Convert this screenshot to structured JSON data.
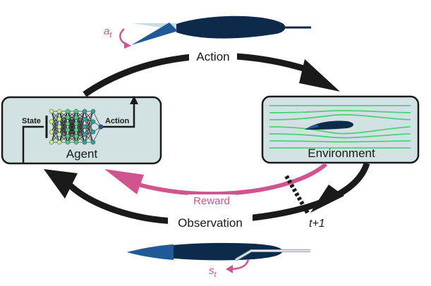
{
  "labels": {
    "action_top": "Action",
    "observation": "Observation",
    "reward": "Reward",
    "time_step": "t+1",
    "agent": "Agent",
    "environment": "Environment",
    "state_in": "State",
    "action_out": "Action",
    "action_symbol_base": "a",
    "action_symbol_sub": "t",
    "state_symbol_base": "s",
    "state_symbol_sub": "t"
  },
  "colors": {
    "arrow": "#1a1a1a",
    "reward": "#d0558f",
    "box_fill": "#d2e2e2",
    "box_stroke": "#1a1a1a",
    "foil_dark": "#0e2a4a",
    "foil_mid": "#1f5a96",
    "foil_light": "#c9dde0",
    "streamline": "#4fcf7e",
    "nn_node_a": "#c3f08a",
    "nn_node_b": "#4fcf7e",
    "nn_node_c": "#2fa6a0",
    "nn_node_d": "#1f5a96"
  },
  "icons": {
    "airfoil_top": "airfoil-with-deflected-flap-icon",
    "airfoil_bottom": "airfoil-with-sensor-probe-icon",
    "network": "neural-network-icon",
    "flow": "streamlines-over-airfoil-icon"
  }
}
